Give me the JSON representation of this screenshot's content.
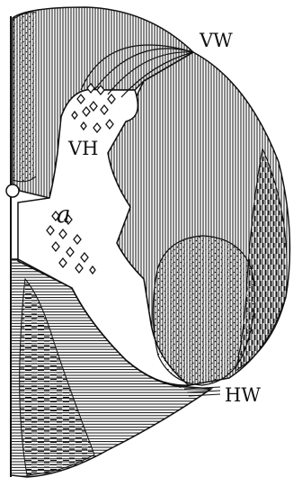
{
  "labels": {
    "vw": "VW",
    "vh": "VH",
    "a": "a",
    "hw": "HW"
  },
  "colors": {
    "ink": "#111111",
    "paper": "#ffffff"
  }
}
